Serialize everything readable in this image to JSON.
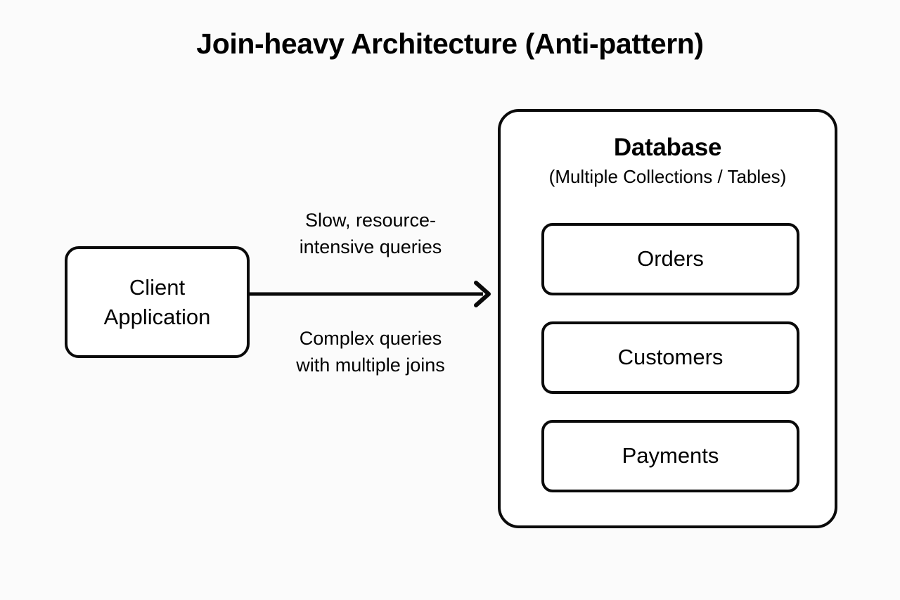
{
  "diagram": {
    "title": "Join-heavy Architecture (Anti-pattern)",
    "background_color": "#fbfbfb",
    "stroke_color": "#0a0a0a",
    "fill_color": "#ffffff"
  },
  "client": {
    "label": "Client\nApplication"
  },
  "edge": {
    "arrow_icon": "arrow-right-icon",
    "label_top": "Slow, resource-\nintensive queries",
    "label_bottom": "Complex queries\nwith multiple joins"
  },
  "database": {
    "title": "Database",
    "subtitle": "(Multiple Collections / Tables)",
    "collections": [
      {
        "label": "Orders"
      },
      {
        "label": "Customers"
      },
      {
        "label": "Payments"
      }
    ]
  }
}
